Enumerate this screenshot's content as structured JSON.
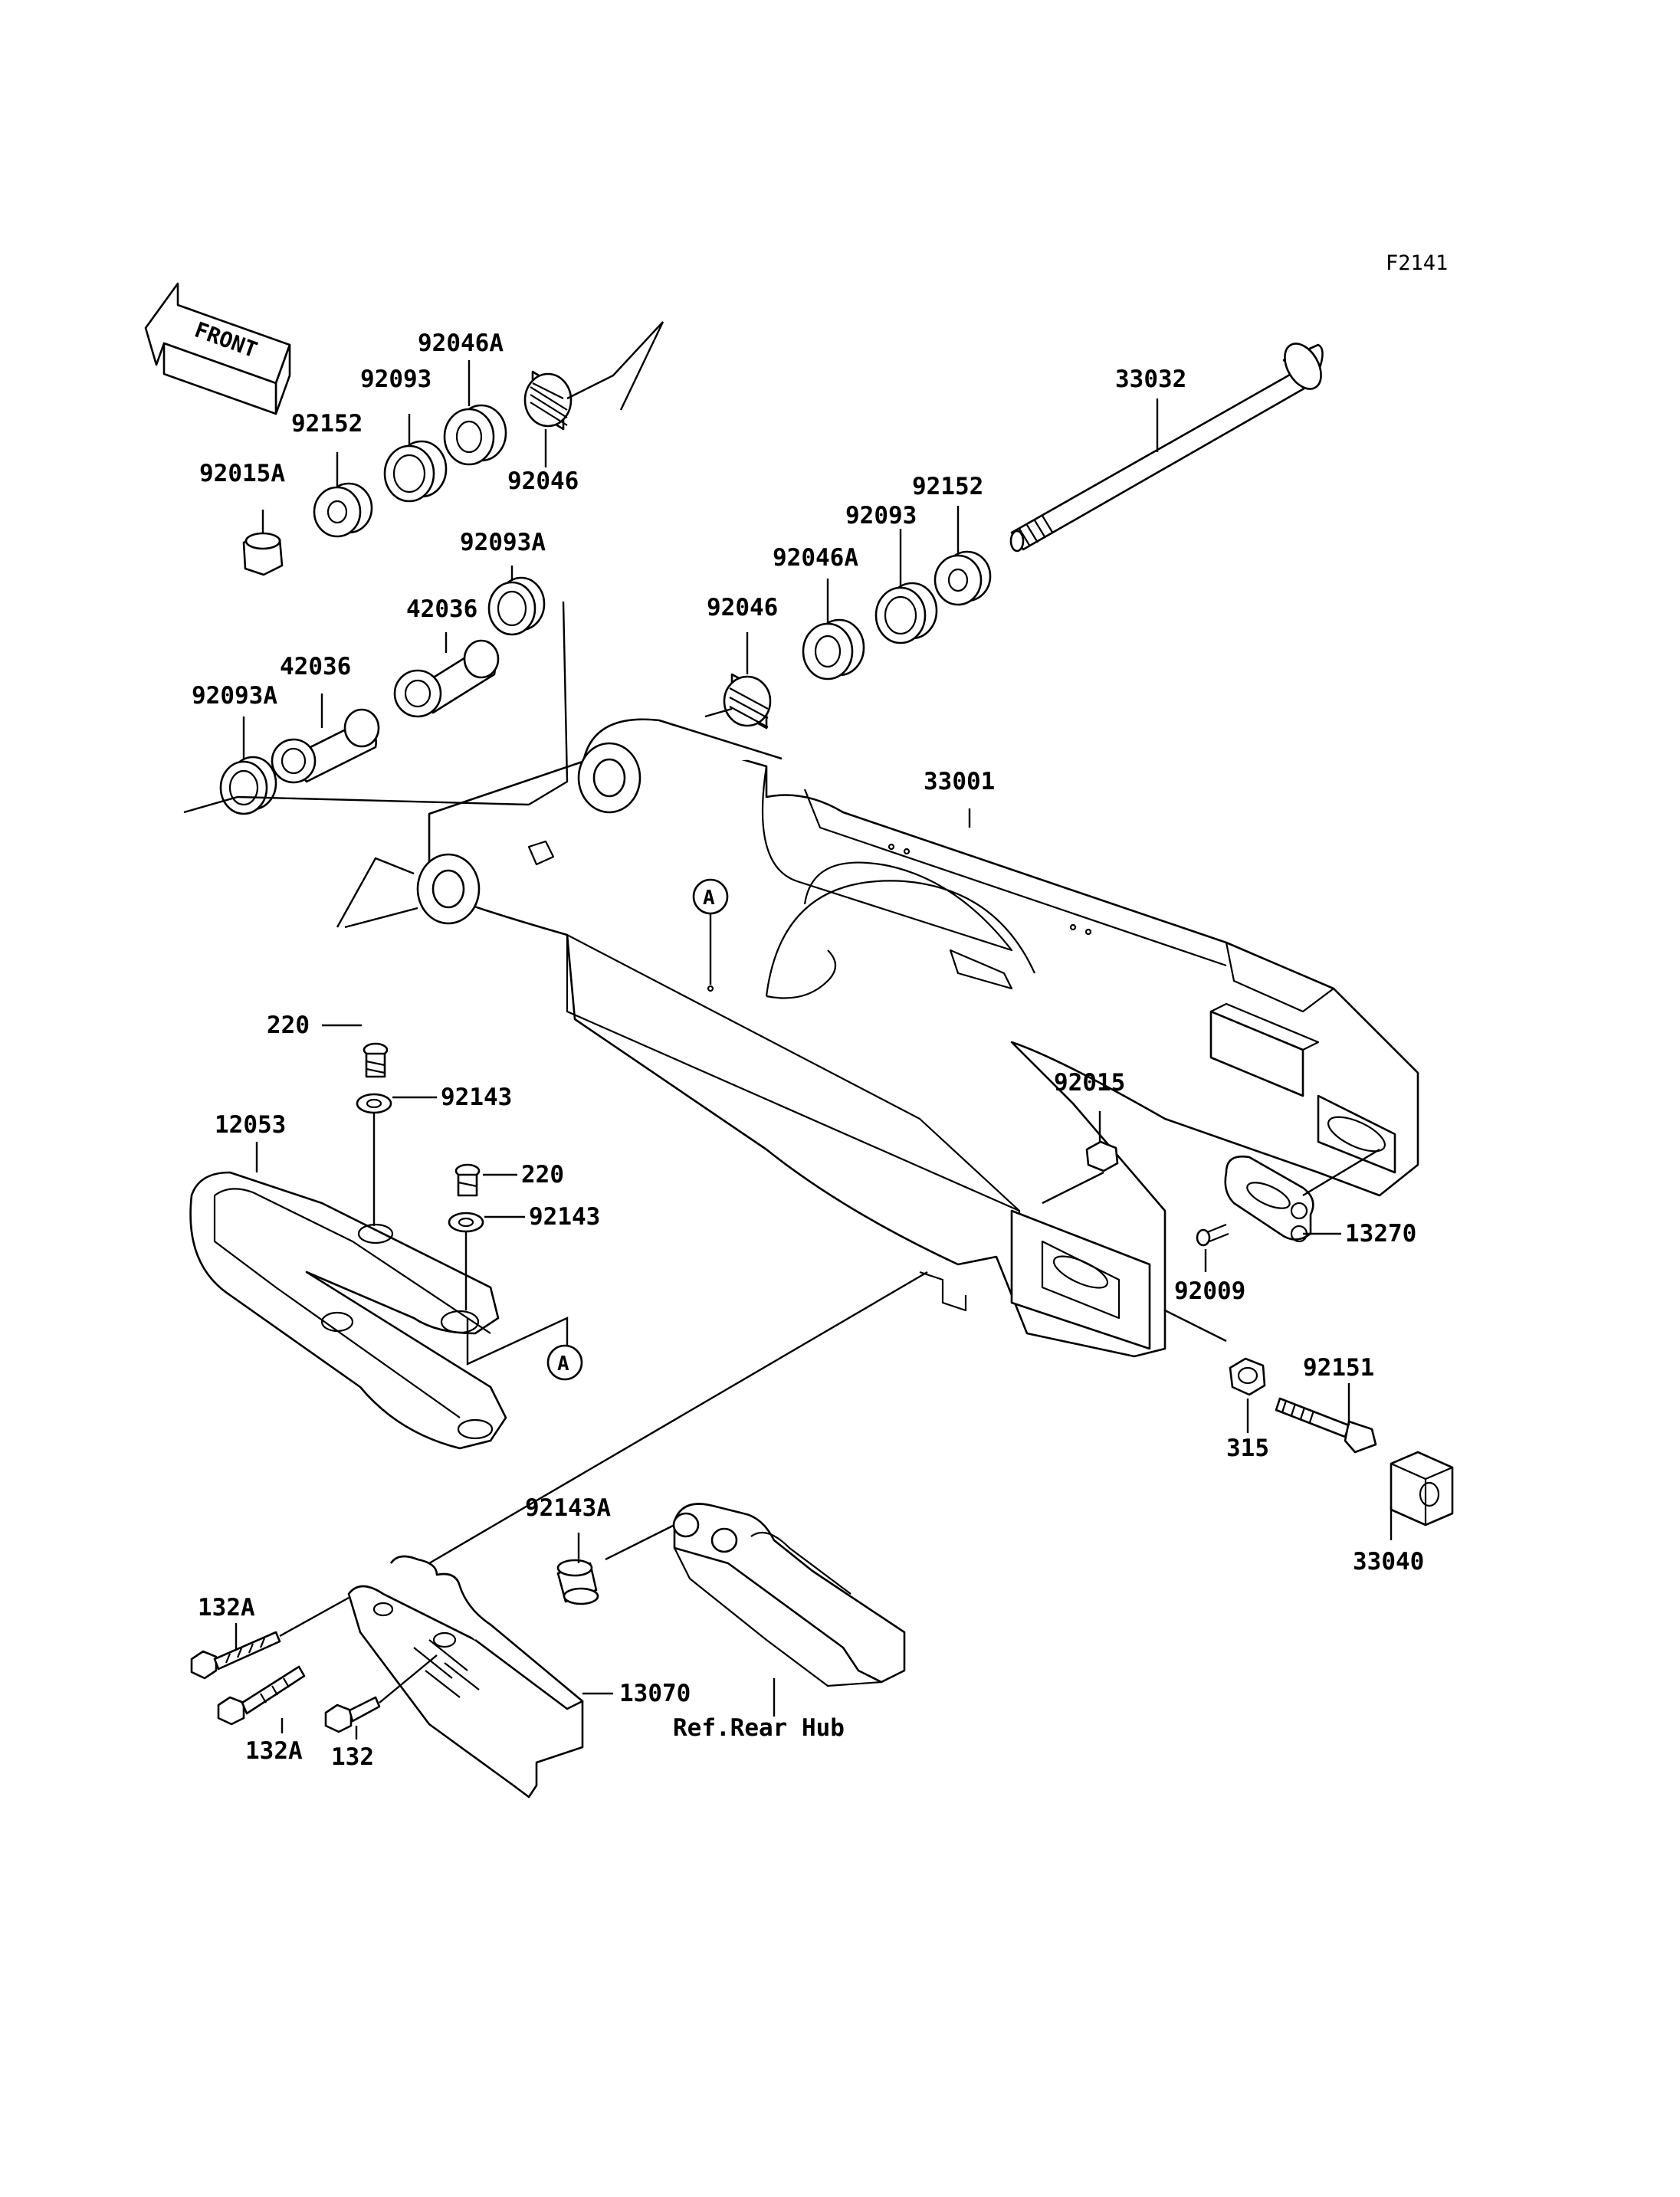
{
  "diagram_code": "F2141",
  "front_arrow_text": "FRONT",
  "ref_label": "Ref.Rear Hub",
  "callout_letter": "A",
  "parts": [
    {
      "id": "92046A_top",
      "number": "92046A"
    },
    {
      "id": "92093_top",
      "number": "92093"
    },
    {
      "id": "92152_top",
      "number": "92152"
    },
    {
      "id": "92046_top",
      "number": "92046"
    },
    {
      "id": "92015A",
      "number": "92015A"
    },
    {
      "id": "92093A_top",
      "number": "92093A"
    },
    {
      "id": "42036_upper",
      "number": "42036"
    },
    {
      "id": "42036_lower",
      "number": "42036"
    },
    {
      "id": "92093A_left",
      "number": "92093A"
    },
    {
      "id": "33032",
      "number": "33032"
    },
    {
      "id": "92152_right",
      "number": "92152"
    },
    {
      "id": "92093_right",
      "number": "92093"
    },
    {
      "id": "92046A_right",
      "number": "92046A"
    },
    {
      "id": "92046_right",
      "number": "92046"
    },
    {
      "id": "33001",
      "number": "33001"
    },
    {
      "id": "220_top",
      "number": "220"
    },
    {
      "id": "92143_top",
      "number": "92143"
    },
    {
      "id": "12053",
      "number": "12053"
    },
    {
      "id": "220_lower",
      "number": "220"
    },
    {
      "id": "92143_lower",
      "number": "92143"
    },
    {
      "id": "92015",
      "number": "92015"
    },
    {
      "id": "13270",
      "number": "13270"
    },
    {
      "id": "92009",
      "number": "92009"
    },
    {
      "id": "92151",
      "number": "92151"
    },
    {
      "id": "315",
      "number": "315"
    },
    {
      "id": "33040",
      "number": "33040"
    },
    {
      "id": "92143A",
      "number": "92143A"
    },
    {
      "id": "132A_top",
      "number": "132A"
    },
    {
      "id": "13070",
      "number": "13070"
    },
    {
      "id": "132A_bottom",
      "number": "132A"
    },
    {
      "id": "132",
      "number": "132"
    }
  ]
}
